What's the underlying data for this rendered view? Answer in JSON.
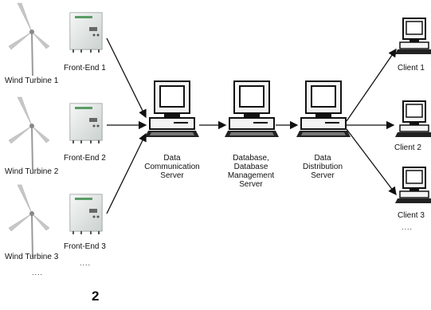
{
  "turbines": [
    {
      "label": "Wind Turbine 1"
    },
    {
      "label": "Wind Turbine 2"
    },
    {
      "label": "Wind Turbine 3"
    }
  ],
  "frontends": [
    {
      "label": "Front-End 1"
    },
    {
      "label": "Front-End 2"
    },
    {
      "label": "Front-End 3"
    }
  ],
  "servers": {
    "comm": {
      "line1": "Data",
      "line2": "Communication",
      "line3": "Server"
    },
    "db": {
      "line1": "Database,",
      "line2": "Database",
      "line3": "Management",
      "line4": "Server"
    },
    "dist": {
      "line1": "Data",
      "line2": "Distribution",
      "line3": "Server"
    }
  },
  "clients": [
    {
      "label": "Client 1"
    },
    {
      "label": "Client 2"
    },
    {
      "label": "Client 3"
    }
  ],
  "ellipsis": {
    "turbines": "....",
    "frontends": "....",
    "clients": "...."
  },
  "figure_number": "2"
}
